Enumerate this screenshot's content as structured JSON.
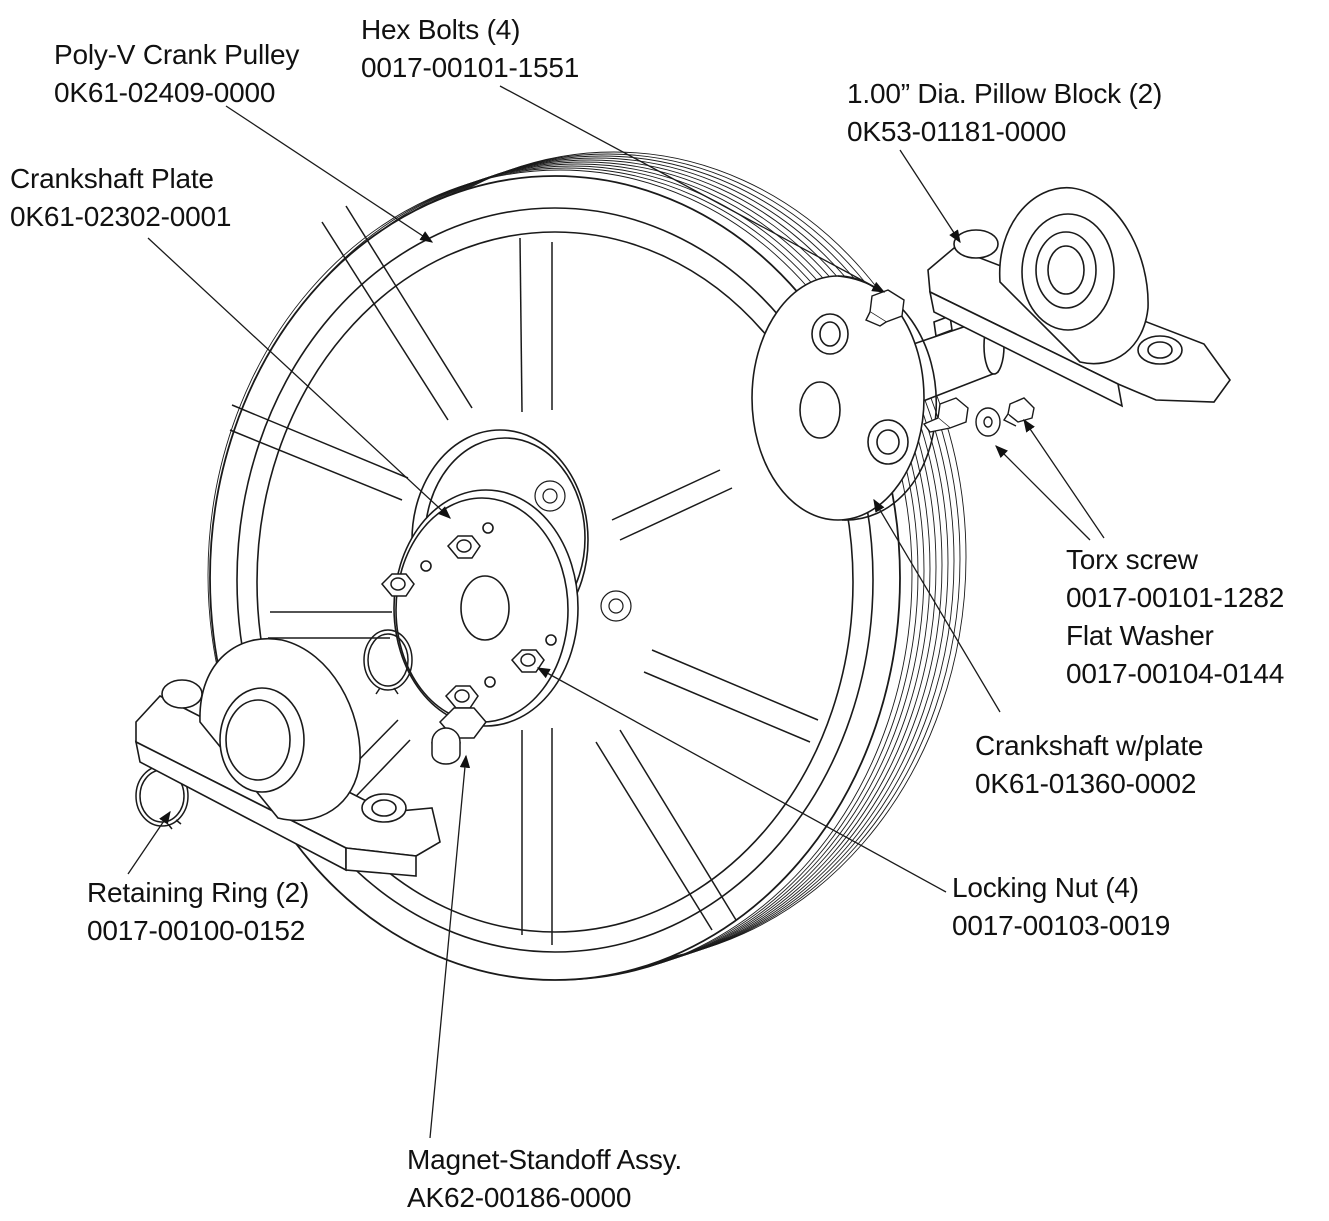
{
  "callouts": {
    "poly_v_pulley": {
      "name": "Poly-V Crank Pulley",
      "part": "0K61-02409-0000"
    },
    "hex_bolts": {
      "name": "Hex Bolts (4)",
      "part": "0017-00101-1551"
    },
    "pillow_block": {
      "name": "1.00” Dia. Pillow Block (2)",
      "part": "0K53-01181-0000"
    },
    "crankshaft_plate": {
      "name": "Crankshaft Plate",
      "part": "0K61-02302-0001"
    },
    "torx_screw": {
      "name": "Torx screw",
      "part": "0017-00101-1282"
    },
    "flat_washer": {
      "name": "Flat Washer",
      "part": "0017-00104-0144"
    },
    "crankshaft": {
      "name": "Crankshaft w/plate",
      "part": "0K61-01360-0002"
    },
    "locking_nut": {
      "name": "Locking Nut (4)",
      "part": "0017-00103-0019"
    },
    "retaining_ring": {
      "name": "Retaining Ring (2)",
      "part": "0017-00100-0152"
    },
    "magnet_standoff": {
      "name": "Magnet-Standoff Assy.",
      "part": "AK62-00186-0000"
    }
  },
  "colors": {
    "line": "#1a1a1a",
    "background": "#ffffff"
  }
}
